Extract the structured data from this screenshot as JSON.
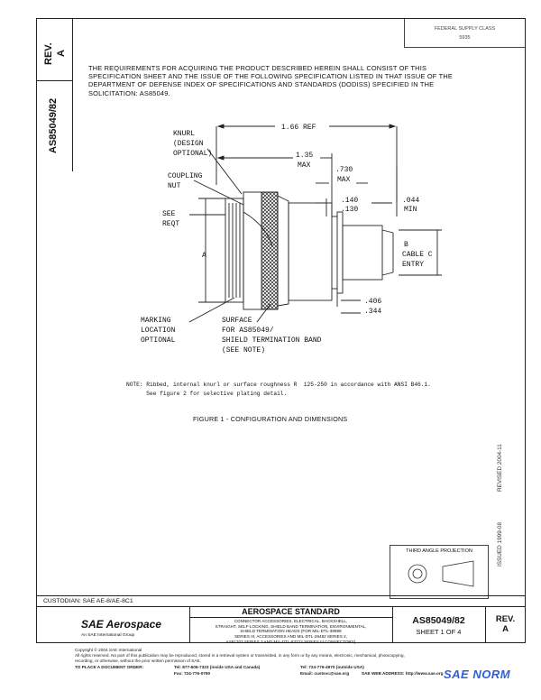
{
  "header": {
    "rev_label": "REV.",
    "rev_value": "A",
    "doc_number_side": "AS85049/82",
    "fed_box_lines": [
      "FEDERAL SUPPLY CLASS",
      "5935"
    ]
  },
  "requirements_text": "THE REQUIREMENTS FOR ACQUIRING THE PRODUCT DESCRIBED HEREIN SHALL CONSIST OF THIS SPECIFICATION SHEET AND THE ISSUE OF THE FOLLOWING SPECIFICATION LISTED IN THAT ISSUE OF THE DEPARTMENT OF DEFENSE INDEX OF SPECIFICATIONS AND STANDARDS (DODISS) SPECIFIED IN THE SOLICITATION: AS85049.",
  "drawing": {
    "dim_overall": "1.66 REF",
    "dim_135": "1.35",
    "dim_135_max": "MAX",
    "dim_730": ".730",
    "dim_730_max": "MAX",
    "dim_140": ".140",
    "dim_130": ".130",
    "dim_044": ".044",
    "dim_044_min": "MIN",
    "dim_406": ".406",
    "dim_344": ".344",
    "label_a": "A",
    "label_b": "B",
    "cable_entry_1": "CABLE C",
    "cable_entry_2": "ENTRY",
    "knurl_1": "KNURL",
    "knurl_2": "(DESIGN",
    "knurl_3": "OPTIONAL)",
    "coupling_1": "COUPLING",
    "coupling_2": "NUT",
    "see_1": "SEE",
    "see_2": "REQT",
    "marking_1": "MARKING",
    "marking_2": "LOCATION",
    "marking_3": "OPTIONAL",
    "surface_1": "SURFACE",
    "surface_2": "FOR AS85049/",
    "surface_3": "SHIELD TERMINATION BAND",
    "surface_4": "(SEE NOTE)"
  },
  "note": {
    "line1": "NOTE: Ribbed, internal knurl or surface roughness R  125-250 in accordance with ANSI B46.1.",
    "line2": "      See figure 2 for selective plating detail."
  },
  "figure_caption": "FIGURE 1 - CONFIGURATION AND DIMENSIONS",
  "vertical_right": [
    "REVISED 2004-11",
    "ISSUED 1999-08"
  ],
  "projection_label": "THIRD ANGLE PROJECTION",
  "custodian": "CUSTODIAN: SAE AE-8/AE-8C1",
  "title_block": {
    "logo": "SAE Aerospace",
    "logo_sub": "An SAE International Group",
    "standard": "AEROSPACE STANDARD",
    "desc_lines": [
      "CONNECTOR ACCESSORIES, ELECTRICAL, BACKSHELL,",
      "STRAIGHT, SELF-LOCKING, SHIELD BAND TERMINATION, ENVIRONMENTAL,",
      "SHIELD TERMINATION HEADS (FOR MIL-DTL-38999",
      "SERIES III, ACCESSORIES AND MIL-DTL-26482 SERIES 2,",
      "AS81703 SERIES 3 AND MIL-DTL-83723 SERIES III CONNECTORS)"
    ],
    "doc_number": "AS85049/82",
    "sheet": "SHEET 1 OF 4",
    "rev_label": "REV.",
    "rev_value": "A"
  },
  "footer": {
    "copyright": "Copyright © 2004 SAE International",
    "rights": "All rights reserved. No part of this publication may be reproduced, stored in a retrieval system or transmitted, in any form or by any means, electronic, mechanical, photocopying,",
    "rights2": "recording, or otherwise, without the prior written permission of SAE.",
    "order_label": "TO PLACE A DOCUMENT ORDER:",
    "tel1": "Tel: 877-606-7323 (inside USA and Canada)",
    "tel2": "Tel: 724-776-4970 (outside USA)",
    "fax": "Fax: 724-776-0790",
    "email": "Email: custsvc@sae.org",
    "web": "SAE WEB ADDRESS: http://www.sae.org"
  },
  "watermark": "SAE NORM"
}
